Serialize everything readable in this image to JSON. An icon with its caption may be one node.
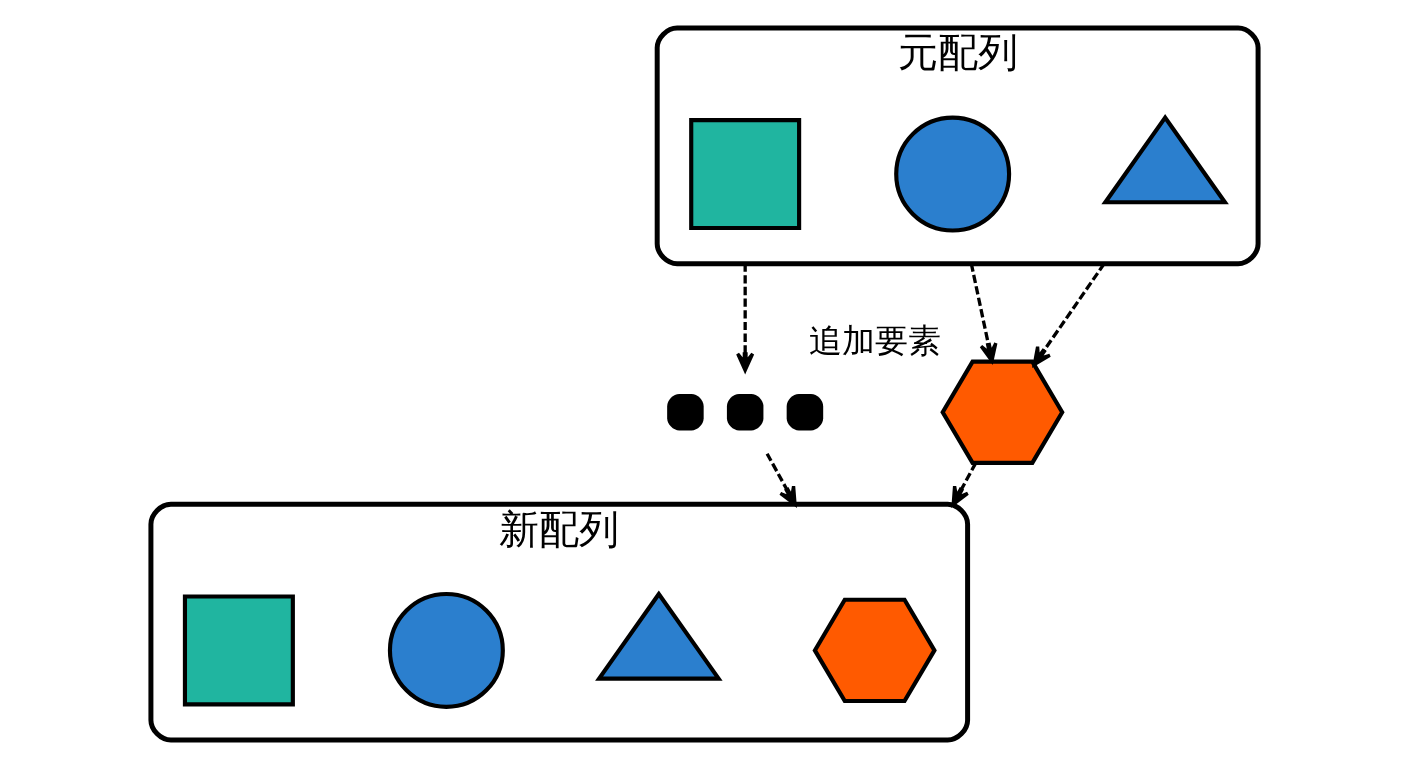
{
  "diagram": {
    "nodes": [
      {
        "text": [
          "元配列"
        ]
      },
      {
        "text": [],
        "shape": "box",
        "in": 0
      },
      {
        "text": [],
        "shape": "circle",
        "in": 0
      },
      {
        "text": [],
        "shape": "triangle",
        "in": 0
      },
      {
        "text": [],
        "shape": "hexagon",
        "beside": [
          "追加要素"
        ]
      },
      {
        "text": [],
        "shape": "dots"
      },
      {
        "text": [
          "新配列"
        ]
      },
      {
        "text": [],
        "shape": "box",
        "in": 6
      },
      {
        "text": [],
        "shape": "circle",
        "in": 6
      },
      {
        "text": [],
        "shape": "triangle",
        "in": 6
      },
      {
        "text": [],
        "shape": "hexagon",
        "in": 6
      }
    ],
    "edges": [
      {
        "from": 0,
        "to": 5,
        "arrow": "to",
        "style": "dashed"
      },
      {
        "from": 0,
        "to": 4,
        "arrow": "to",
        "style": "dashed"
      },
      {
        "from": 0,
        "to": 4,
        "arrow": "to",
        "style": "dashed"
      },
      {
        "from": 5,
        "to": 6,
        "arrow": "to",
        "style": "dashed"
      },
      {
        "from": 4,
        "to": 6,
        "arrow": "to",
        "style": "dashed"
      }
    ]
  }
}
